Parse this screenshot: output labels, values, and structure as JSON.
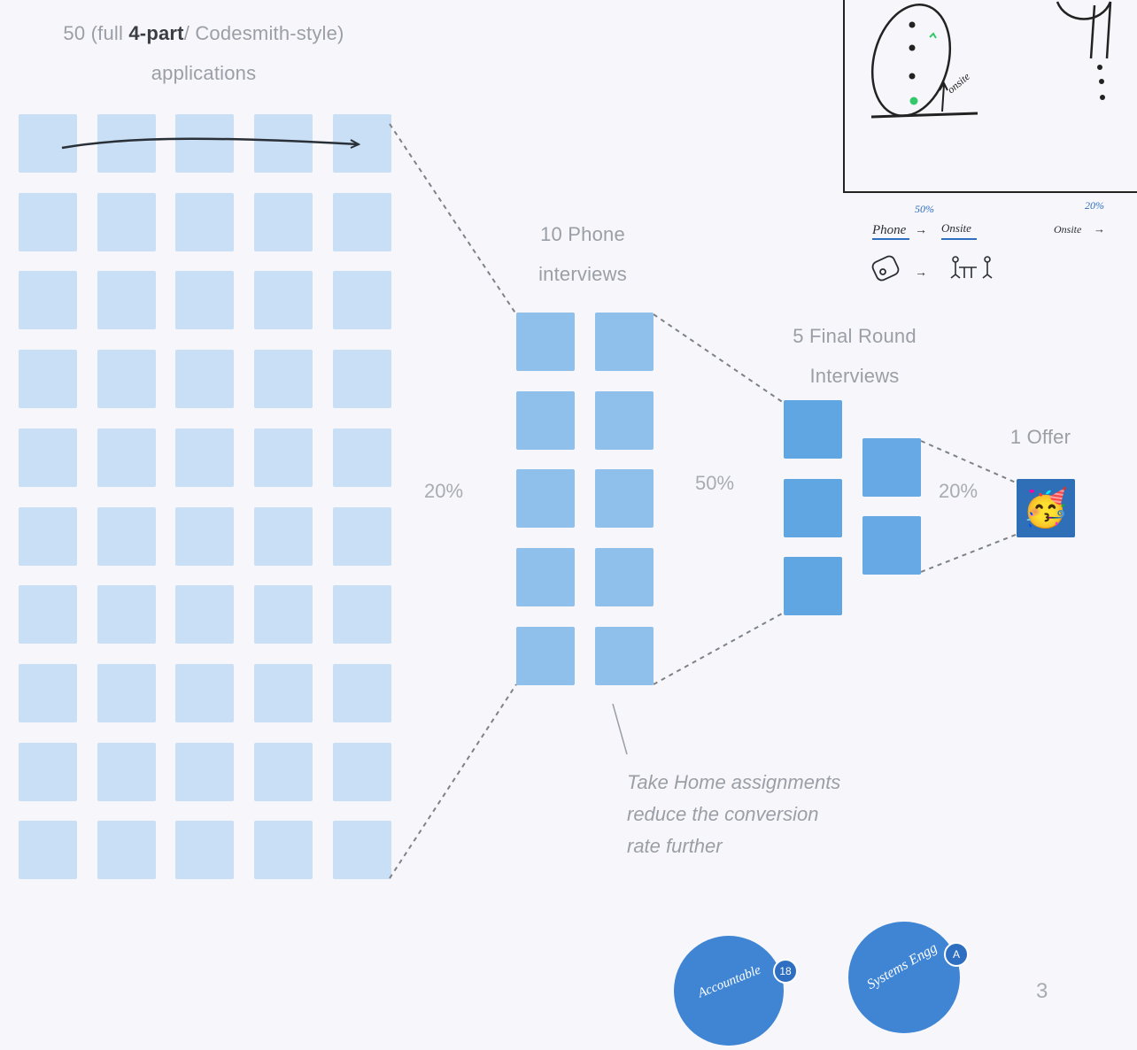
{
  "stages": {
    "applications": {
      "line1_prefix": "50 (full ",
      "line1_bold": "4-part",
      "line1_suffix": "/ Codesmith-style)",
      "line2": "applications",
      "count": 50
    },
    "phone": {
      "line1": "10 Phone",
      "line2": "interviews",
      "count": 10
    },
    "final": {
      "line1": "5 Final Round",
      "line2": "Interviews",
      "count": 5
    },
    "offer": {
      "label": "1 Offer",
      "count": 1,
      "emoji": "🥳"
    }
  },
  "conversion_rates": {
    "apps_to_phone": "20%",
    "phone_to_final": "50%",
    "final_to_offer": "20%"
  },
  "note": {
    "line1": "Take Home assignments",
    "line2": "reduce the conversion",
    "line3": "rate further"
  },
  "handwriting": {
    "inset_label": "onsite",
    "percent_a": "50%",
    "phone_word": "Phone",
    "onsite_word": "Onsite",
    "percent_b": "20%",
    "onsite_word_b": "Onsite"
  },
  "avatars": [
    {
      "text": "Accountable",
      "badge": "18"
    },
    {
      "text": "Systems Engg",
      "badge": "A"
    }
  ],
  "page_number": "3",
  "colors": {
    "applications": "#c9dff5",
    "phone": "#8fbfeb",
    "final": "#5fa6e3",
    "offer_bg": "#2e6fb8",
    "avatar": "#3f85d4"
  }
}
